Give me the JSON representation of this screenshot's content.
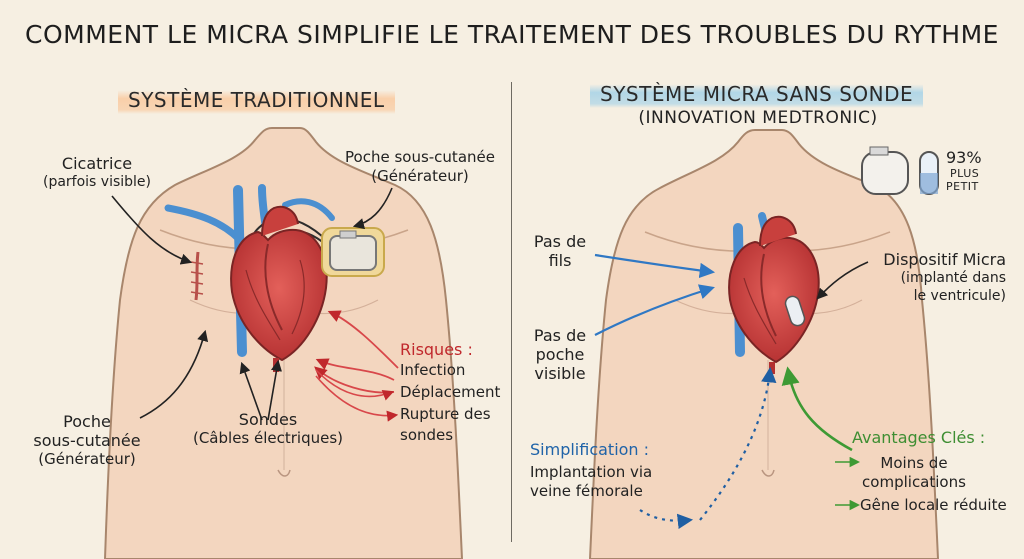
{
  "title": "COMMENT LE MICRA SIMPLIFIE LE TRAITEMENT DES TROUBLES DU RYTHME",
  "left": {
    "heading": "SYSTÈME TRADITIONNEL",
    "scar": {
      "line1": "Cicatrice",
      "line2": "(parfois visible)"
    },
    "pocket_top": {
      "line1": "Poche sous-cutanée",
      "line2": "(Générateur)"
    },
    "pocket_bottom": {
      "line1": "Poche",
      "line2": "sous-cutanée",
      "line3": "(Générateur)"
    },
    "leads": {
      "line1": "Sondes",
      "line2": "(Câbles électriques)"
    },
    "risks": {
      "title": "Risques :",
      "items": [
        "Infection",
        "Déplacement",
        "Rupture des",
        "sondes"
      ]
    }
  },
  "right": {
    "heading": "SYSTÈME MICRA SANS SONDE",
    "subheading": "(INNOVATION MEDTRONIC)",
    "size": {
      "value": "93%",
      "line1": "PLUS",
      "line2": "PETIT"
    },
    "no_wires": {
      "line1": "Pas de",
      "line2": "fils"
    },
    "no_pocket": {
      "line1": "Pas de",
      "line2": "poche",
      "line3": "visible"
    },
    "device": {
      "line1": "Dispositif Micra",
      "line2": "(implanté dans",
      "line3": "le ventricule)"
    },
    "simplification": {
      "title": "Simplification :",
      "line1": "Implantation via",
      "line2": "veine fémorale"
    },
    "advantages": {
      "title": "Avantages Clés :",
      "item1a": "Moins de",
      "item1b": "complications",
      "item2": "Gêne locale réduite"
    }
  },
  "colors": {
    "red": "#c0282c",
    "blue": "#1f63a8",
    "green": "#3e8e32",
    "skin": "#f3d6bf",
    "heart": "#c8403d"
  }
}
